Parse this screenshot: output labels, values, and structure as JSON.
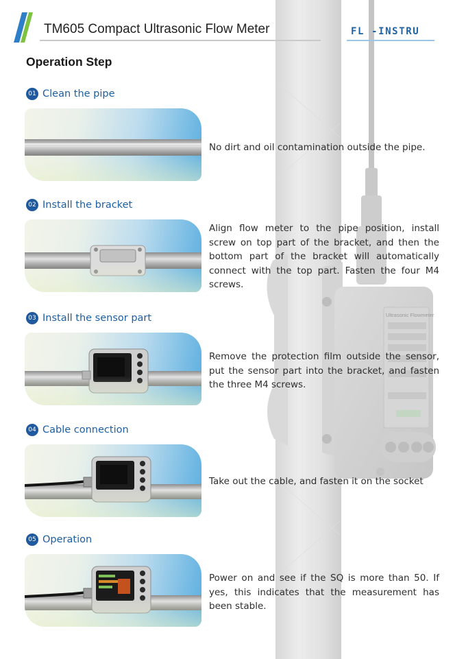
{
  "header": {
    "title": "TM605 Compact Ultrasonic Flow Meter",
    "logo": "FL -INSTRU"
  },
  "page_title": "Operation Step",
  "meter_screen_title": "Ultrasonic Flowmeter",
  "steps": [
    {
      "number": "01",
      "label": "Clean the pipe",
      "description": "No dirt and oil contamination outside the pipe."
    },
    {
      "number": "02",
      "label": "Install the bracket",
      "description": "Align flow meter to the pipe position, install screw on top part of the bracket, and then the bottom part of the bracket will automatically connect with the top part. Fasten the four M4 screws."
    },
    {
      "number": "03",
      "label": "Install the sensor part",
      "description": "Remove the protection film outside the sensor, put the sensor part into the bracket, and fasten the three M4 screws."
    },
    {
      "number": "04",
      "label": "Cable connection",
      "description": "Take out the cable, and fasten it on the socket"
    },
    {
      "number": "05",
      "label": "Operation",
      "description": "Power on and see if the SQ is more than 50.  If yes, this indicates that the measurement has been stable."
    }
  ],
  "colors": {
    "accent_blue": "#1d5fa3",
    "step_badge": "#1f5a9e",
    "stripe_blue": "#2e7fc8",
    "stripe_green": "#7ec242"
  }
}
